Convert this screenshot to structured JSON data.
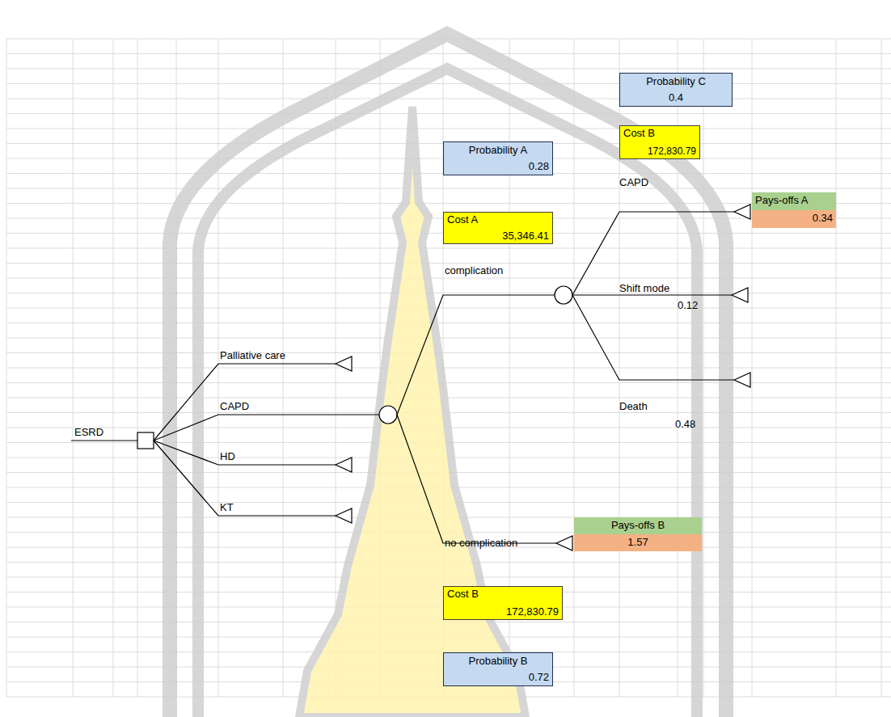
{
  "diagram": {
    "nodes": [
      {
        "text": [
          "Probability C",
          "0.4"
        ]
      },
      {
        "text": [
          "Cost B",
          "172,830.79"
        ]
      },
      {
        "text": [
          "Probability A",
          "0.28"
        ]
      },
      {
        "text": [
          "Pays-offs A",
          "0.34"
        ]
      },
      {
        "text": [
          "Cost A",
          "35,346.41"
        ]
      },
      {
        "text": [
          "Pays-offs B",
          "1.57"
        ]
      },
      {
        "text": [
          "Cost B",
          "172,830.79"
        ]
      },
      {
        "text": [
          "Probability B",
          "0.72"
        ]
      }
    ],
    "labels": [
      "ESRD",
      "Palliative care",
      "CAPD",
      "HD",
      "KT",
      "complication",
      "CAPD",
      "Shift mode",
      "0.12",
      "Death",
      "0.48",
      "no complication"
    ]
  }
}
